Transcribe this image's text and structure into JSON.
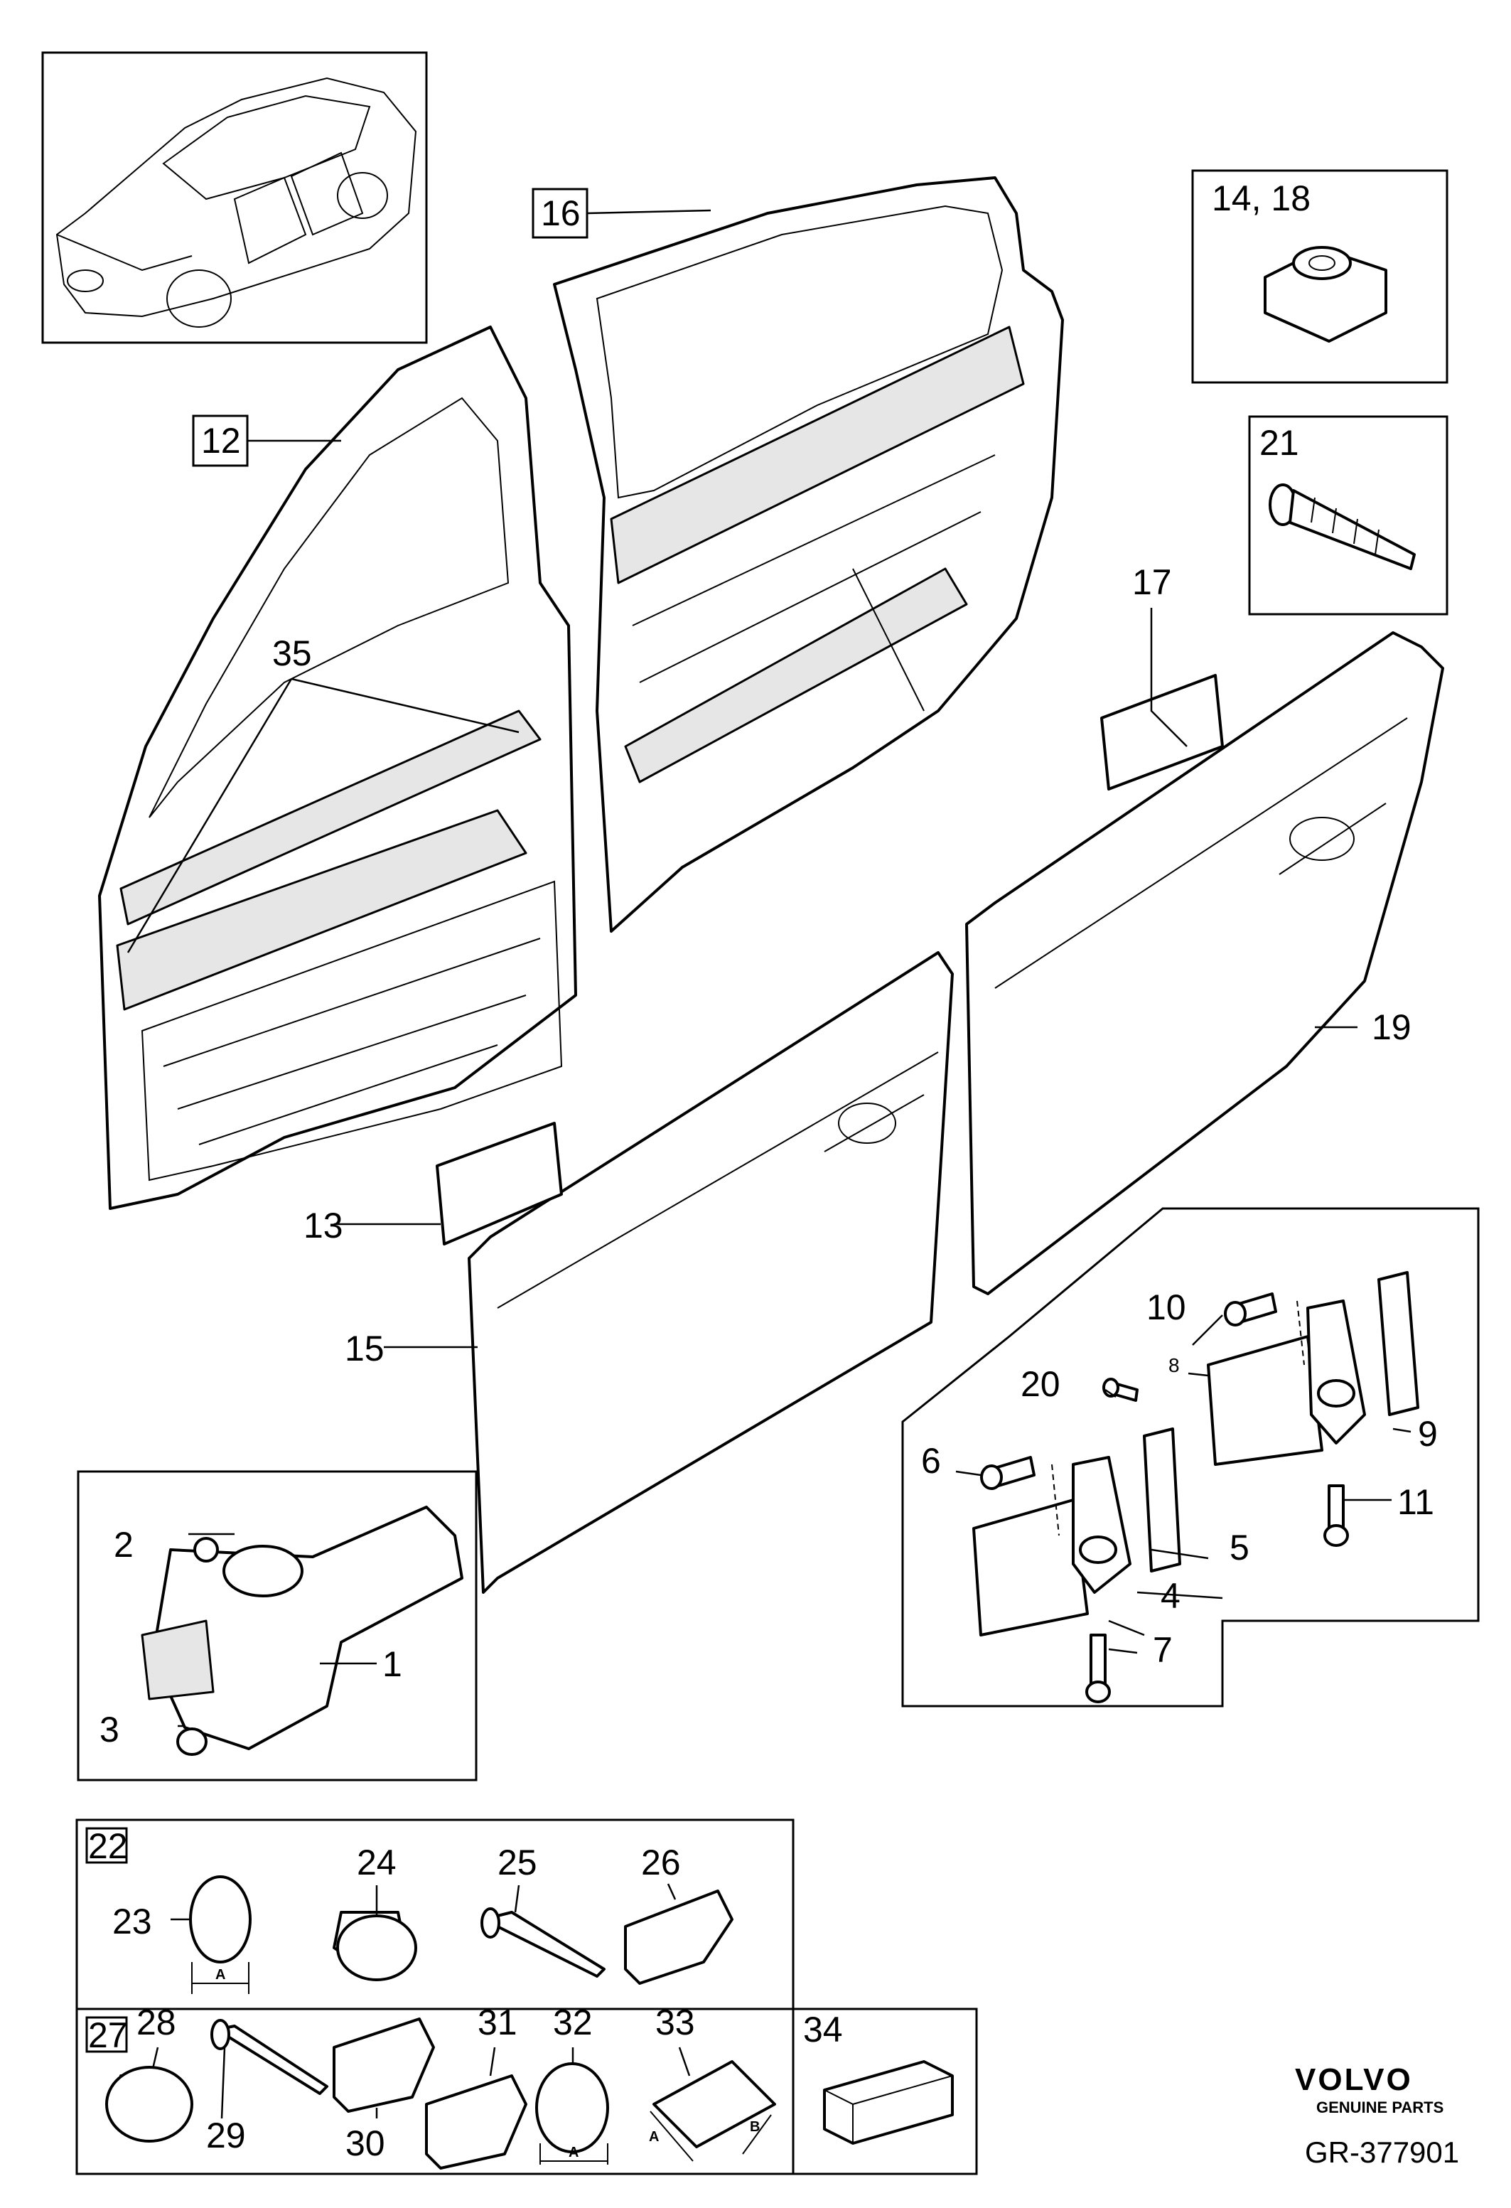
{
  "callouts": {
    "c1": "1",
    "c2": "2",
    "c3": "3",
    "c4": "4",
    "c5": "5",
    "c6": "6",
    "c7": "7",
    "c8": "8",
    "c9": "9",
    "c10": "10",
    "c11": "11",
    "c12": "12",
    "c13": "13",
    "c14_18": "14, 18",
    "c15": "15",
    "c16": "16",
    "c17": "17",
    "c19": "19",
    "c20": "20",
    "c21": "21",
    "c22": "22",
    "c23": "23",
    "c24": "24",
    "c25": "25",
    "c26": "26",
    "c27": "27",
    "c28": "28",
    "c29": "29",
    "c30": "30",
    "c31": "31",
    "c32": "32",
    "c33": "33",
    "c34": "34",
    "c35": "35"
  },
  "dimension_labels": {
    "a_23": "A",
    "a_32": "A",
    "a_33": "A",
    "b_33": "B"
  },
  "branding": {
    "logo": "VOLVO",
    "tagline": "GENUINE PARTS",
    "diagram_id": "GR-377901"
  }
}
